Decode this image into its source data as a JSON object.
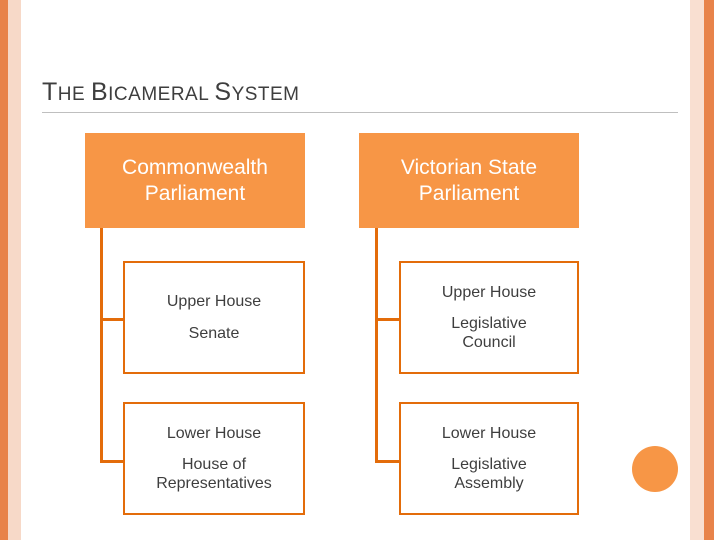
{
  "slide": {
    "title": {
      "full": "THE BICAMERAL SYSTEM",
      "parts": [
        {
          "text": "T",
          "size": "cap"
        },
        {
          "text": "HE ",
          "size": "small"
        },
        {
          "text": "B",
          "size": "cap"
        },
        {
          "text": "ICAMERAL ",
          "size": "small"
        },
        {
          "text": "S",
          "size": "cap"
        },
        {
          "text": "YSTEM",
          "size": "small"
        }
      ]
    },
    "colors": {
      "accent": "#F79646",
      "outline": "#E36C0A",
      "bar": "#E8834A",
      "bar_pale": "#F7D9C8",
      "title_text": "#3E3E3E"
    }
  },
  "diagram": {
    "columns": [
      {
        "header": {
          "line1": "Commonwealth",
          "line2": "Parliament"
        },
        "nodes": [
          {
            "label": "Upper House",
            "name": "Senate"
          },
          {
            "label": "Lower House",
            "name": "House of Representatives",
            "name_line1": "House of",
            "name_line2": "Representatives"
          }
        ]
      },
      {
        "header": {
          "line1": "Victorian State",
          "line2": "Parliament"
        },
        "nodes": [
          {
            "label": "Upper House",
            "name": "Legislative Council",
            "name_line1": "Legislative",
            "name_line2": "Council"
          },
          {
            "label": "Lower House",
            "name": "Legislative Assembly",
            "name_line1": "Legislative",
            "name_line2": "Assembly"
          }
        ]
      }
    ]
  }
}
